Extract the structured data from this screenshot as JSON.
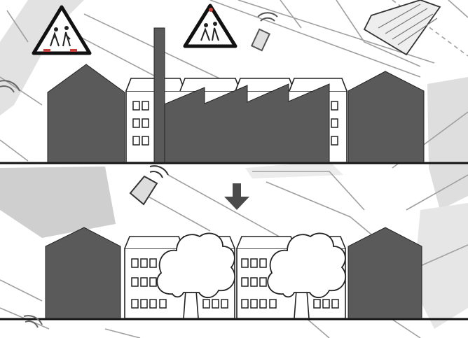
{
  "figure": {
    "kind": "urban-transformation-illustration",
    "transition_marker": "arrow-down"
  },
  "scenes": {
    "before": {
      "description_ref": "industrial-street"
    },
    "after": {
      "description_ref": "residential-street-with-trees"
    }
  },
  "icons": [
    {
      "name": "school-crossing-sign-icon"
    },
    {
      "name": "school-crossing-sign-icon"
    },
    {
      "name": "wifi-signal-icon"
    },
    {
      "name": "car-icon"
    },
    {
      "name": "bus-icon"
    }
  ],
  "colors": {
    "building_fill": "#5a5a5a",
    "outline": "#1a1a1a",
    "ground_shadow": "#bcbcbc",
    "map_lines": "#9a9a9a",
    "map_bg_patch": "#d7d7d7",
    "arrow": "#4a4a4a",
    "sign_red": "#c8433b"
  }
}
